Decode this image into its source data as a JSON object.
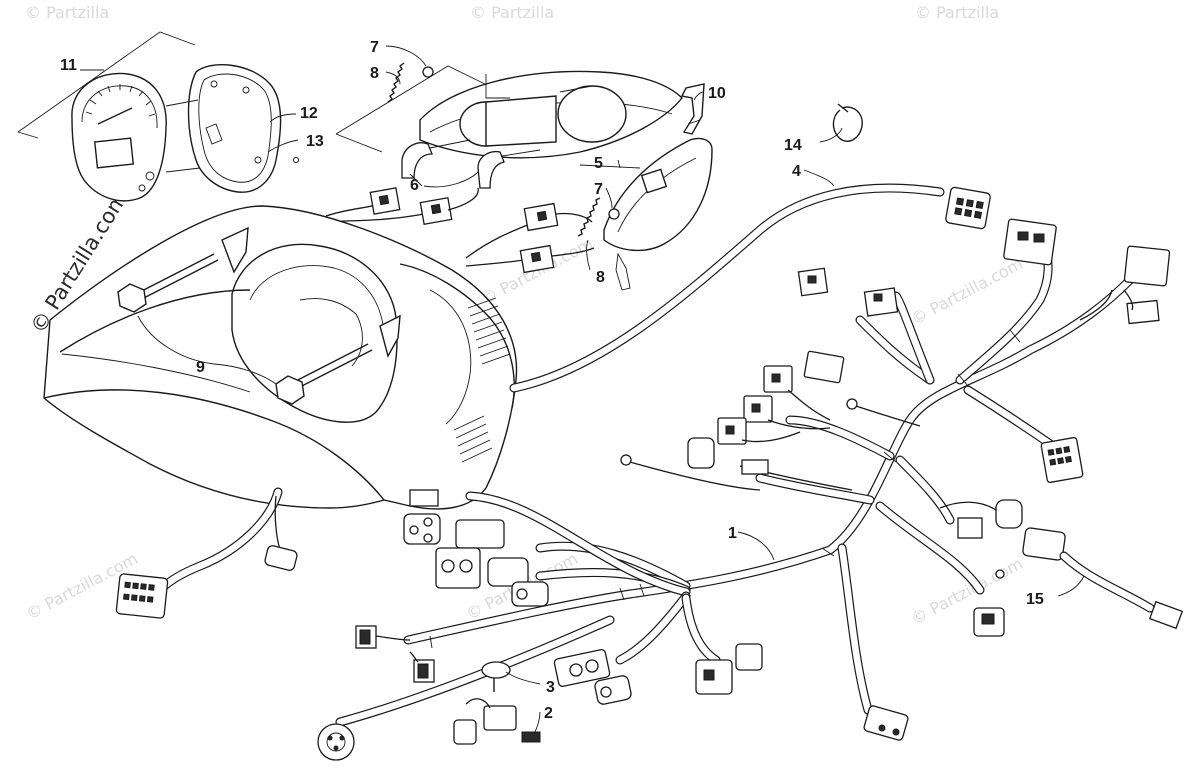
{
  "watermark": {
    "brand": "© Partzilla.com",
    "corner": "© Partzilla"
  },
  "callouts": [
    {
      "id": "c1",
      "label": "1"
    },
    {
      "id": "c2",
      "label": "2"
    },
    {
      "id": "c3",
      "label": "3"
    },
    {
      "id": "c4",
      "label": "4"
    },
    {
      "id": "c5",
      "label": "5"
    },
    {
      "id": "c6",
      "label": "6"
    },
    {
      "id": "c7a",
      "label": "7"
    },
    {
      "id": "c7b",
      "label": "7"
    },
    {
      "id": "c8a",
      "label": "8"
    },
    {
      "id": "c8b",
      "label": "8"
    },
    {
      "id": "c9",
      "label": "9"
    },
    {
      "id": "c10",
      "label": "10"
    },
    {
      "id": "c11",
      "label": "11"
    },
    {
      "id": "c12",
      "label": "12"
    },
    {
      "id": "c13",
      "label": "13"
    },
    {
      "id": "c14",
      "label": "14"
    },
    {
      "id": "c15",
      "label": "15"
    }
  ],
  "colors": {
    "line": "#1a1a1a",
    "watermark": "#d9d9d9",
    "background": "#ffffff"
  }
}
